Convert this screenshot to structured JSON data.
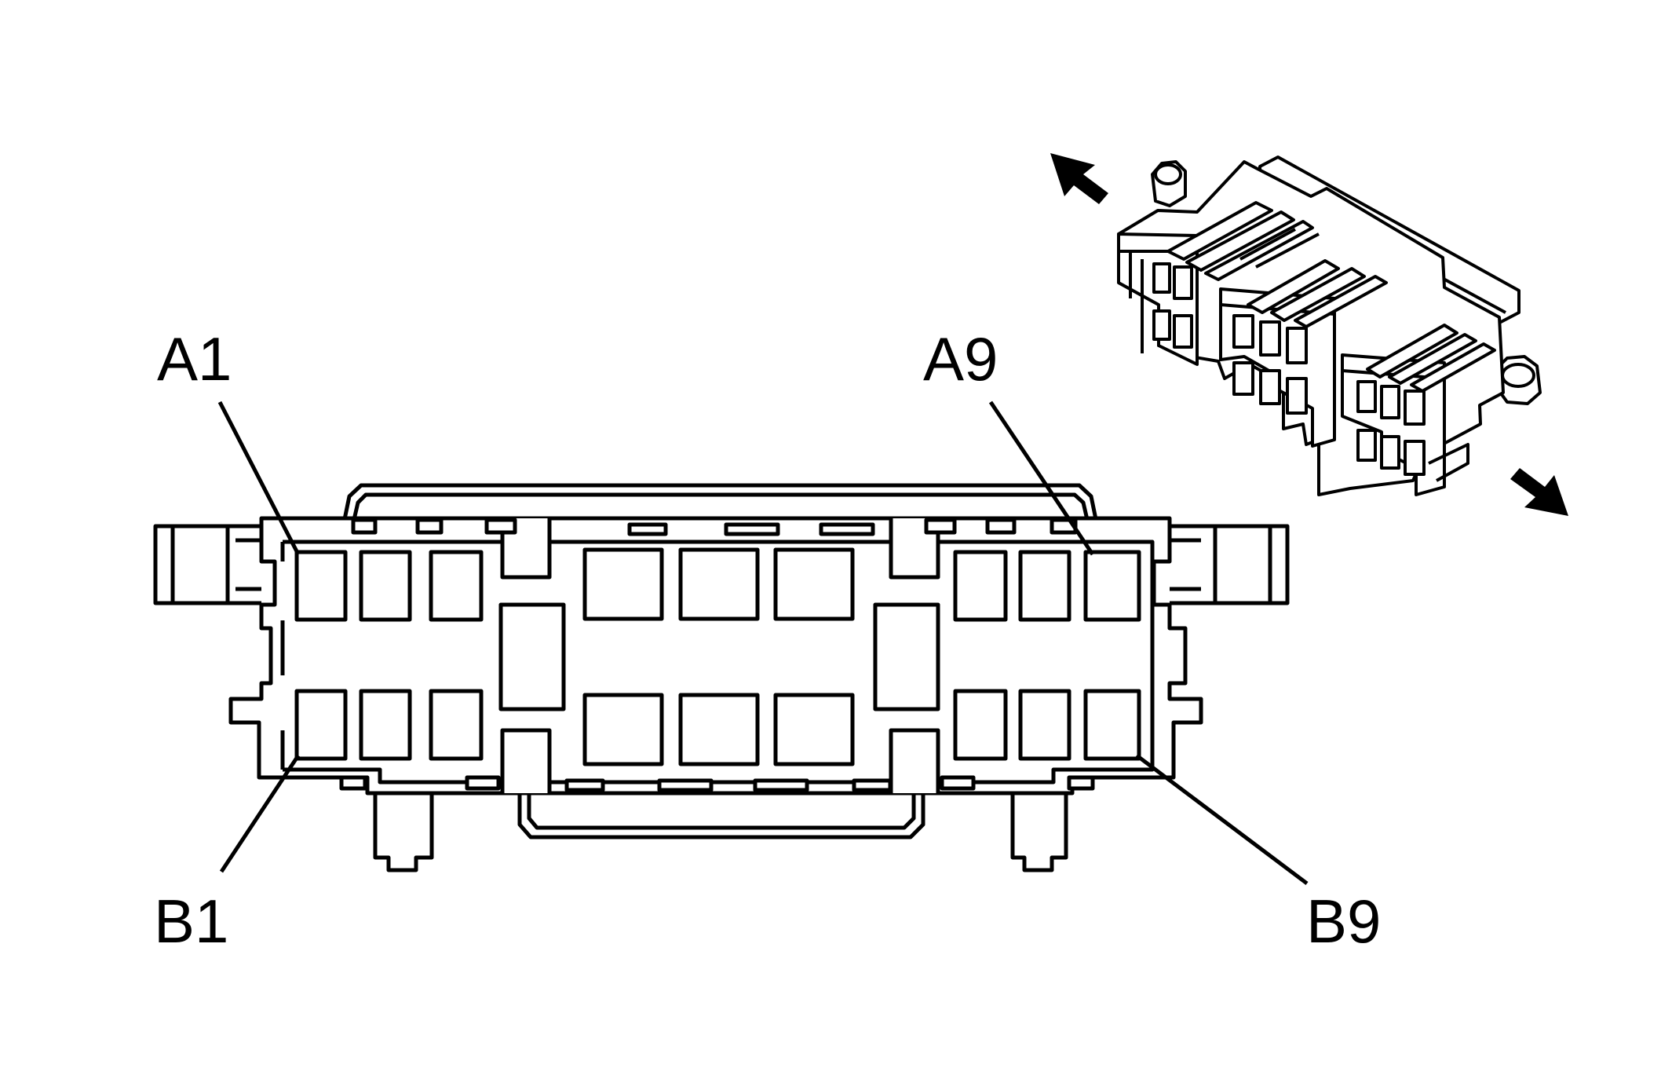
{
  "colors": {
    "background": "#ffffff",
    "ink": "#000000"
  },
  "labels": {
    "a1": "A1",
    "a9": "A9",
    "b1": "B1",
    "b9": "B9"
  }
}
